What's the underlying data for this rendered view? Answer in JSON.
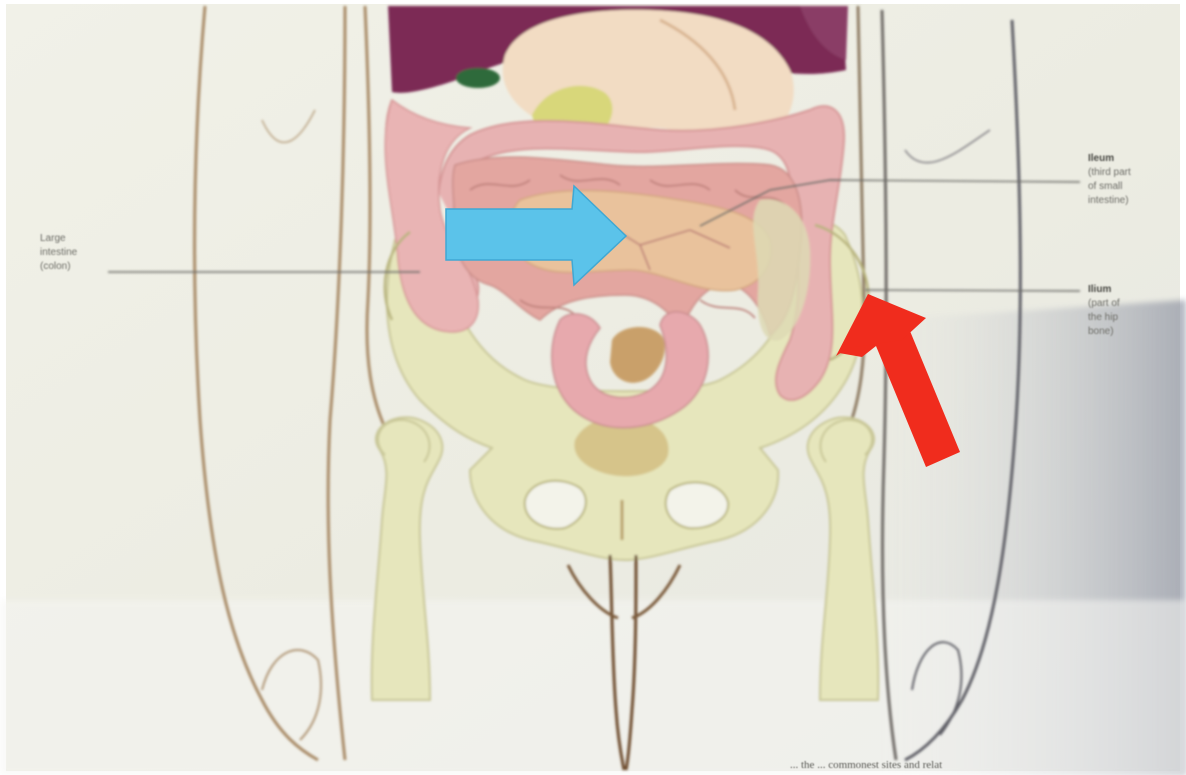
{
  "labels": {
    "large_intestine": [
      "Large",
      "intestine",
      "(colon)"
    ],
    "ileum": [
      "Ileum",
      "(third part",
      "of small",
      "intestine)"
    ],
    "ilium": [
      "Ilium",
      "(part of",
      "the hip",
      "bone)"
    ]
  },
  "caption_fragment": "... the ... commonest sites and relat",
  "colors": {
    "page_background": "#ffffff",
    "paper": "#eeeee4",
    "body_outline": "#9a8260",
    "leg_shadow": "#8a8f9c",
    "liver": "#7b2b55",
    "stomach": "#f2dcc3",
    "small_intestine": "#e2a2a2",
    "large_intestine": "#e7b2b2",
    "pelvis": "#e6e6bc",
    "arrow_blue": "#5bc3ea",
    "arrow_red": "#f02c1d",
    "leader_line": "#6a6a66"
  },
  "annotations": [
    {
      "name": "blue-arrow",
      "points_to": "ileum"
    },
    {
      "name": "red-arrow",
      "points_to": "ilium"
    }
  ]
}
